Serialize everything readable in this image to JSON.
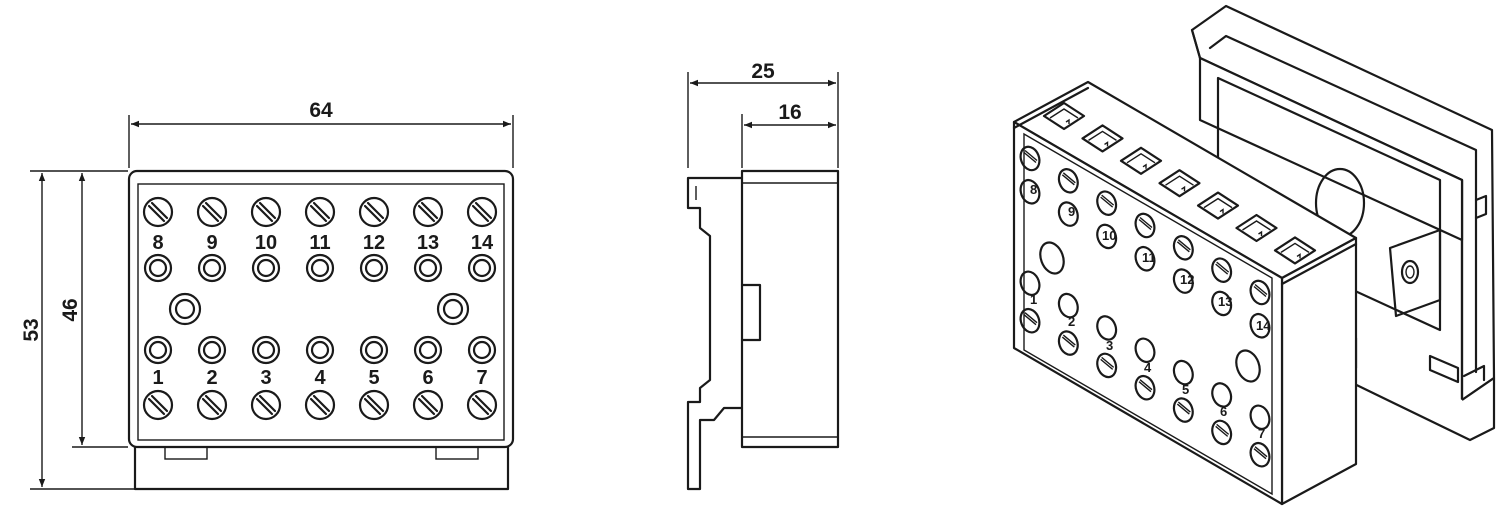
{
  "front_view": {
    "dim_width": "64",
    "dim_height_outer": "53",
    "dim_height_inner": "46",
    "top_labels": [
      "8",
      "9",
      "10",
      "11",
      "12",
      "13",
      "14"
    ],
    "bottom_labels": [
      "1",
      "2",
      "3",
      "4",
      "5",
      "6",
      "7"
    ]
  },
  "side_view": {
    "dim_total_depth": "25",
    "dim_body_depth": "16"
  },
  "iso_view": {
    "labels": [
      "8",
      "9",
      "10",
      "11",
      "12",
      "13",
      "14",
      "1",
      "2",
      "3",
      "4",
      "5",
      "6",
      "7"
    ]
  }
}
